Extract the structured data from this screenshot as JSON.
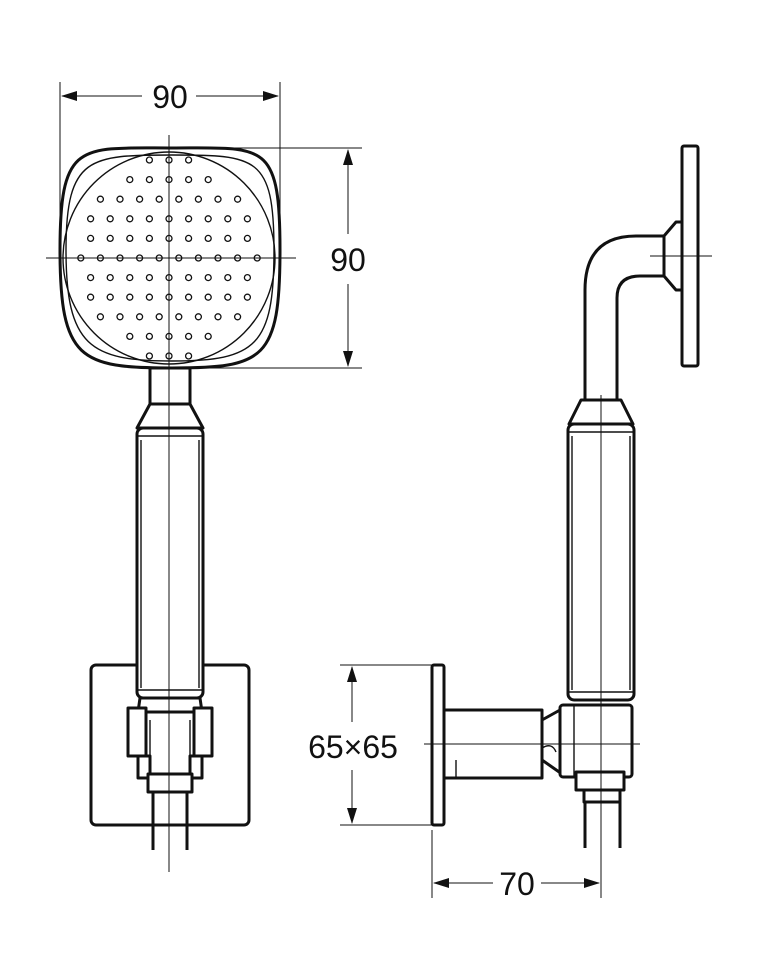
{
  "dimensions": {
    "head_width": "90",
    "head_height": "90",
    "wall_plate": "65×65",
    "projection": "70"
  },
  "colors": {
    "line": "#111111",
    "background": "#ffffff"
  },
  "spray_nozzle_rows": [
    3,
    5,
    8,
    9,
    9,
    10,
    9,
    9,
    8,
    5,
    3
  ]
}
